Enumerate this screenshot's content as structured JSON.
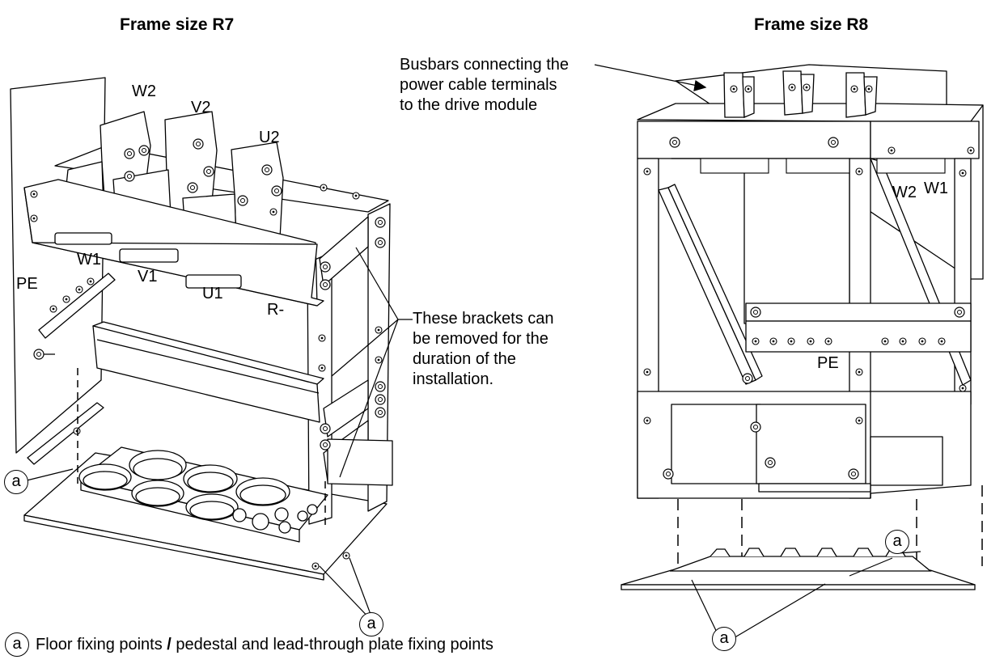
{
  "headings": {
    "r7": "Frame size R7",
    "r8": "Frame size R8"
  },
  "r7_labels": {
    "w2": "W2",
    "v2": "V2",
    "u2": "U2",
    "w1": "W1",
    "v1": "V1",
    "u1": "U1",
    "pe": "PE",
    "rminus": "R-"
  },
  "r8_labels": {
    "w2": "W2",
    "w1": "W1",
    "pe": "PE"
  },
  "callouts": {
    "busbars": [
      "Busbars connecting the",
      "power cable terminals",
      "to the drive module"
    ],
    "brackets": [
      "These brackets can",
      "be removed for the",
      "duration of the",
      "installation."
    ]
  },
  "marker_letter": "a",
  "legend": {
    "marker": "a",
    "part1": "Floor fixing points ",
    "slash": "/",
    "part2": " pedestal and lead-through plate fixing points"
  }
}
